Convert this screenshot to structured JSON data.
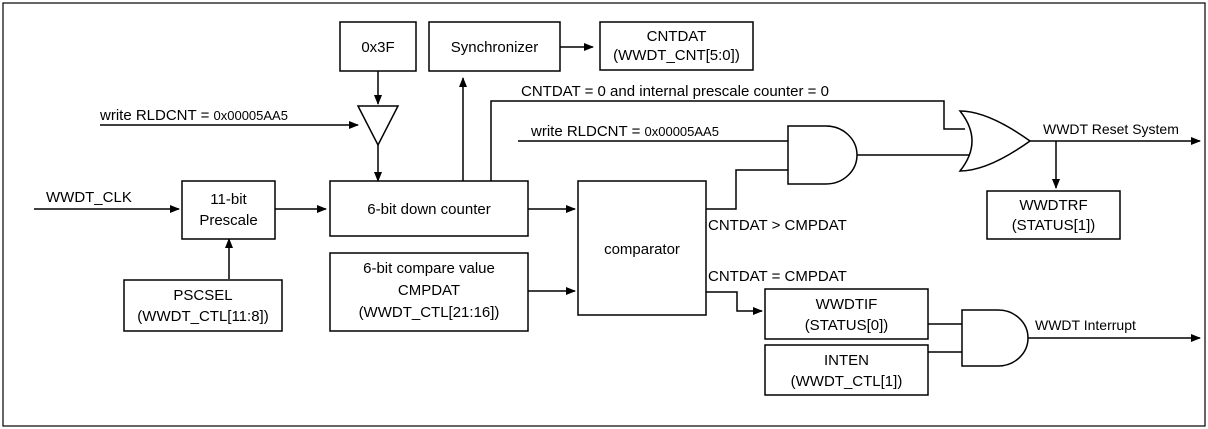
{
  "blocks": {
    "hex_3f": "0x3F",
    "synchronizer": "Synchronizer",
    "cntdat_title": "CNTDAT",
    "cntdat_sub": "(WWDT_CNT[5:0])",
    "prescale_l1": "11-bit",
    "prescale_l2": "Prescale",
    "down_counter": "6-bit down counter",
    "comparator": "comparator",
    "compare_l1": "6-bit compare value",
    "compare_l2": "CMPDAT",
    "compare_l3": "(WWDT_CTL[21:16])",
    "pscsel_l1": "PSCSEL",
    "pscsel_l2": "(WWDT_CTL[11:8])",
    "wwdtrf_l1": "WWDTRF",
    "wwdtrf_l2": "(STATUS[1])",
    "wwdtif_l1": "WWDTIF",
    "wwdtif_l2": "(STATUS[0])",
    "inten_l1": "INTEN",
    "inten_l2": "(WWDT_CTL[1])"
  },
  "signals": {
    "write_rldcnt_1": "write RLDCNT = ",
    "write_rldcnt_1_val": "0x00005AA5",
    "write_rldcnt_2": "write RLDCNT = ",
    "write_rldcnt_2_val": "0x00005AA5",
    "wwdt_clk": "WWDT_CLK",
    "cnt_zero": "CNTDAT = 0 and internal prescale counter = 0",
    "cnt_gt": "CNTDAT > CMPDAT",
    "cnt_eq": "CNTDAT = CMPDAT",
    "reset_out": "WWDT Reset System",
    "interrupt_out": "WWDT Interrupt"
  }
}
